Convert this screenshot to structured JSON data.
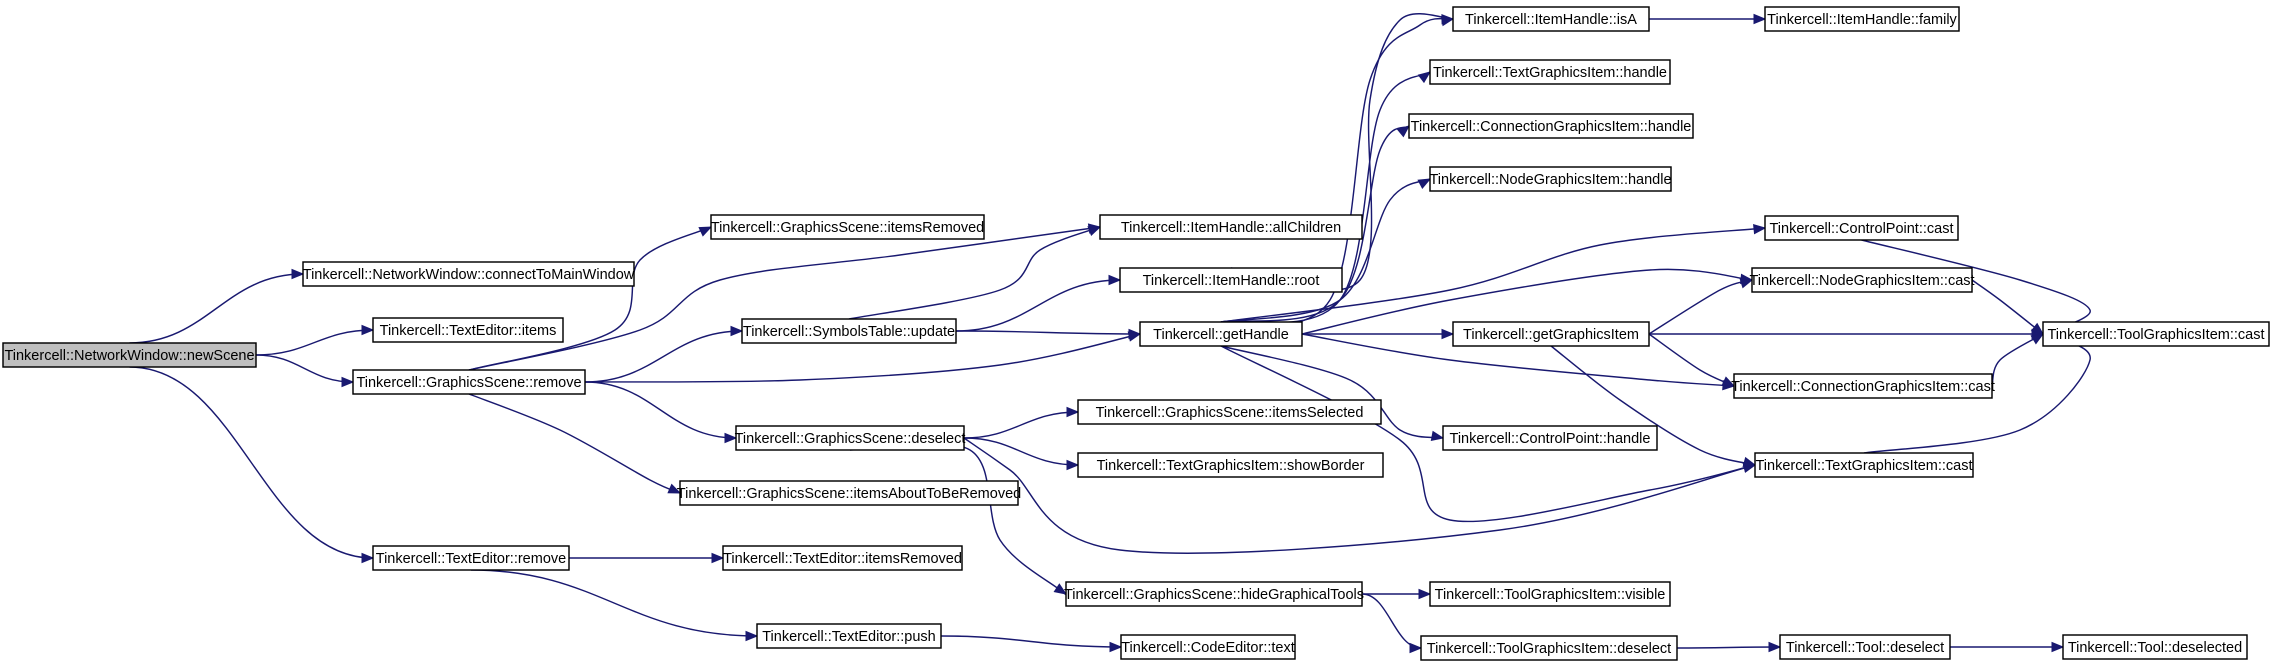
{
  "diagram": {
    "type": "call-graph",
    "edge_color": "#191970",
    "root_fill": "#bfbfbf",
    "node_fill": "#ffffff",
    "nodes": [
      {
        "id": "n0",
        "label": "Tinkercell::NetworkWindow::newScene",
        "root": true
      },
      {
        "id": "n1",
        "label": "Tinkercell::NetworkWindow::connectToMainWindow"
      },
      {
        "id": "n2",
        "label": "Tinkercell::TextEditor::items"
      },
      {
        "id": "n3",
        "label": "Tinkercell::GraphicsScene::remove"
      },
      {
        "id": "n4",
        "label": "Tinkercell::TextEditor::remove"
      },
      {
        "id": "n5",
        "label": "Tinkercell::GraphicsScene::itemsRemoved"
      },
      {
        "id": "n6",
        "label": "Tinkercell::SymbolsTable::update"
      },
      {
        "id": "n7",
        "label": "Tinkercell::GraphicsScene::deselect"
      },
      {
        "id": "n8",
        "label": "Tinkercell::GraphicsScene::itemsAboutToBeRemoved"
      },
      {
        "id": "n9",
        "label": "Tinkercell::TextEditor::itemsRemoved"
      },
      {
        "id": "n10",
        "label": "Tinkercell::TextEditor::push"
      },
      {
        "id": "n11",
        "label": "Tinkercell::ItemHandle::allChildren"
      },
      {
        "id": "n12",
        "label": "Tinkercell::ItemHandle::root"
      },
      {
        "id": "n13",
        "label": "Tinkercell::getHandle"
      },
      {
        "id": "n14",
        "label": "Tinkercell::GraphicsScene::itemsSelected"
      },
      {
        "id": "n15",
        "label": "Tinkercell::TextGraphicsItem::showBorder"
      },
      {
        "id": "n16",
        "label": "Tinkercell::GraphicsScene::hideGraphicalTools"
      },
      {
        "id": "n17",
        "label": "Tinkercell::CodeEditor::text"
      },
      {
        "id": "n18",
        "label": "Tinkercell::ItemHandle::isA"
      },
      {
        "id": "n19",
        "label": "Tinkercell::TextGraphicsItem::handle"
      },
      {
        "id": "n20",
        "label": "Tinkercell::ConnectionGraphicsItem::handle"
      },
      {
        "id": "n21",
        "label": "Tinkercell::NodeGraphicsItem::handle"
      },
      {
        "id": "n22",
        "label": "Tinkercell::getGraphicsItem"
      },
      {
        "id": "n23",
        "label": "Tinkercell::ControlPoint::handle"
      },
      {
        "id": "n24",
        "label": "Tinkercell::ToolGraphicsItem::visible"
      },
      {
        "id": "n25",
        "label": "Tinkercell::ToolGraphicsItem::deselect"
      },
      {
        "id": "n26",
        "label": "Tinkercell::ItemHandle::family"
      },
      {
        "id": "n27",
        "label": "Tinkercell::ControlPoint::cast"
      },
      {
        "id": "n28",
        "label": "Tinkercell::NodeGraphicsItem::cast"
      },
      {
        "id": "n29",
        "label": "Tinkercell::ConnectionGraphicsItem::cast"
      },
      {
        "id": "n30",
        "label": "Tinkercell::TextGraphicsItem::cast"
      },
      {
        "id": "n31",
        "label": "Tinkercell::Tool::deselect"
      },
      {
        "id": "n32",
        "label": "Tinkercell::ToolGraphicsItem::cast"
      },
      {
        "id": "n33",
        "label": "Tinkercell::Tool::deselected"
      }
    ],
    "edges": [
      [
        "n0",
        "n1"
      ],
      [
        "n0",
        "n2"
      ],
      [
        "n0",
        "n3"
      ],
      [
        "n0",
        "n4"
      ],
      [
        "n3",
        "n5"
      ],
      [
        "n3",
        "n11"
      ],
      [
        "n3",
        "n6"
      ],
      [
        "n3",
        "n13"
      ],
      [
        "n3",
        "n7"
      ],
      [
        "n3",
        "n8"
      ],
      [
        "n4",
        "n9"
      ],
      [
        "n4",
        "n10"
      ],
      [
        "n6",
        "n11"
      ],
      [
        "n6",
        "n12"
      ],
      [
        "n6",
        "n13"
      ],
      [
        "n7",
        "n14"
      ],
      [
        "n7",
        "n15"
      ],
      [
        "n7",
        "n16"
      ],
      [
        "n7",
        "n30"
      ],
      [
        "n10",
        "n17"
      ],
      [
        "n12",
        "n18"
      ],
      [
        "n13",
        "n18"
      ],
      [
        "n13",
        "n19"
      ],
      [
        "n13",
        "n20"
      ],
      [
        "n13",
        "n21"
      ],
      [
        "n13",
        "n27"
      ],
      [
        "n13",
        "n28"
      ],
      [
        "n13",
        "n22"
      ],
      [
        "n13",
        "n29"
      ],
      [
        "n13",
        "n23"
      ],
      [
        "n13",
        "n30"
      ],
      [
        "n16",
        "n24"
      ],
      [
        "n16",
        "n25"
      ],
      [
        "n18",
        "n26"
      ],
      [
        "n22",
        "n28"
      ],
      [
        "n22",
        "n32"
      ],
      [
        "n22",
        "n29"
      ],
      [
        "n22",
        "n30"
      ],
      [
        "n25",
        "n31"
      ],
      [
        "n27",
        "n32"
      ],
      [
        "n28",
        "n32"
      ],
      [
        "n29",
        "n32"
      ],
      [
        "n30",
        "n32"
      ],
      [
        "n31",
        "n33"
      ]
    ]
  }
}
